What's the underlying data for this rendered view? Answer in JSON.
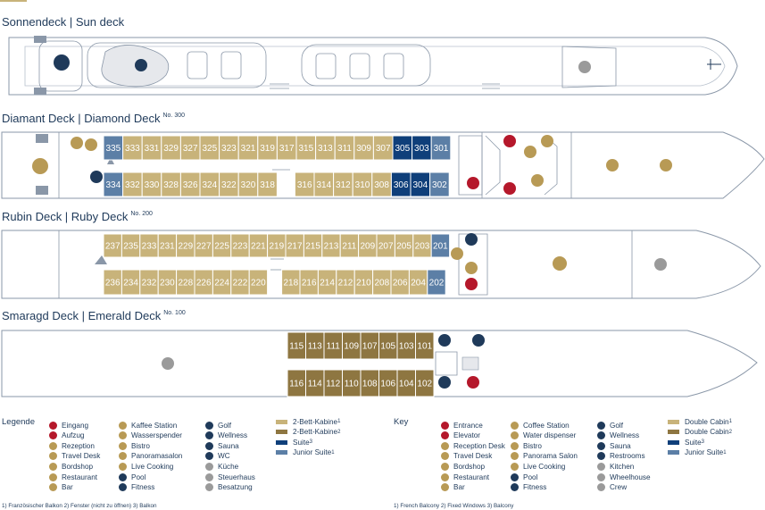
{
  "decks": {
    "sun": {
      "title": "Sonnendeck | Sun deck",
      "no": ""
    },
    "diamond": {
      "title": "Diamant Deck | Diamond Deck",
      "no": "No. 300"
    },
    "ruby": {
      "title": "Rubin Deck | Ruby Deck",
      "no": "No. 200"
    },
    "emerald": {
      "title": "Smaragd Deck | Emerald Deck",
      "no": "No. 100"
    }
  },
  "colors": {
    "double": "#c8b37a",
    "double_fixed": "#8e7641",
    "suite": "#0f3f7a",
    "junior": "#5c7fa6",
    "icon_red": "#b5182b",
    "icon_gold": "#b89a55",
    "icon_navy": "#1f3a5a",
    "icon_grey": "#9a9a9a"
  },
  "cabins": {
    "diamond_top": [
      "335",
      "333",
      "331",
      "329",
      "327",
      "325",
      "323",
      "321",
      "319",
      "317",
      "315",
      "313",
      "311",
      "309",
      "307",
      "305",
      "303",
      "301"
    ],
    "diamond_bottom": [
      "334",
      "332",
      "330",
      "328",
      "326",
      "324",
      "322",
      "320",
      "318",
      "316",
      "314",
      "312",
      "310",
      "308",
      "306",
      "304",
      "302"
    ],
    "ruby_top": [
      "237",
      "235",
      "233",
      "231",
      "229",
      "227",
      "225",
      "223",
      "221",
      "219",
      "217",
      "215",
      "213",
      "211",
      "209",
      "207",
      "205",
      "203",
      "201"
    ],
    "ruby_bottom": [
      "236",
      "234",
      "232",
      "230",
      "228",
      "226",
      "224",
      "222",
      "220",
      "218",
      "216",
      "214",
      "212",
      "210",
      "208",
      "206",
      "204",
      "202"
    ],
    "emerald_top": [
      "115",
      "113",
      "111",
      "109",
      "107",
      "105",
      "103",
      "101"
    ],
    "emerald_bottom": [
      "116",
      "114",
      "112",
      "110",
      "108",
      "106",
      "104",
      "102"
    ]
  },
  "legend_de": {
    "heading": "Legende",
    "col1": [
      {
        "label": "Eingang",
        "icon": "entrance-icon",
        "color": "#b5182b"
      },
      {
        "label": "Aufzug",
        "icon": "elevator-icon",
        "color": "#b5182b"
      },
      {
        "label": "Rezeption",
        "icon": "reception-icon",
        "color": "#b89a55"
      },
      {
        "label": "Travel Desk",
        "icon": "travel-desk-icon",
        "color": "#b89a55"
      },
      {
        "label": "Bordshop",
        "icon": "shop-icon",
        "color": "#b89a55"
      },
      {
        "label": "Restaurant",
        "icon": "restaurant-icon",
        "color": "#b89a55"
      },
      {
        "label": "Bar",
        "icon": "bar-icon",
        "color": "#b89a55"
      }
    ],
    "col2": [
      {
        "label": "Kaffee Station",
        "icon": "coffee-icon",
        "color": "#b89a55"
      },
      {
        "label": "Wasserspender",
        "icon": "water-icon",
        "color": "#b89a55"
      },
      {
        "label": "Bistro",
        "icon": "bistro-icon",
        "color": "#b89a55"
      },
      {
        "label": "Panoramasalon",
        "icon": "lounge-icon",
        "color": "#b89a55"
      },
      {
        "label": "Live Cooking",
        "icon": "cooking-icon",
        "color": "#b89a55"
      },
      {
        "label": "Pool",
        "icon": "pool-icon",
        "color": "#1f3a5a"
      },
      {
        "label": "Fitness",
        "icon": "fitness-icon",
        "color": "#1f3a5a"
      }
    ],
    "col3": [
      {
        "label": "Golf",
        "icon": "golf-icon",
        "color": "#1f3a5a"
      },
      {
        "label": "Wellness",
        "icon": "wellness-icon",
        "color": "#1f3a5a"
      },
      {
        "label": "Sauna",
        "icon": "sauna-icon",
        "color": "#1f3a5a"
      },
      {
        "label": "WC",
        "icon": "wc-icon",
        "color": "#1f3a5a"
      },
      {
        "label": "Küche",
        "icon": "kitchen-icon",
        "color": "#9a9a9a"
      },
      {
        "label": "Steuerhaus",
        "icon": "wheelhouse-icon",
        "color": "#9a9a9a"
      },
      {
        "label": "Besatzung",
        "icon": "crew-icon",
        "color": "#9a9a9a"
      }
    ],
    "cabin_types": [
      {
        "label": "2-Bett-Kabine",
        "sup": "1",
        "color": "#c8b37a"
      },
      {
        "label": "2-Bett-Kabine",
        "sup": "2",
        "color": "#8e7641"
      },
      {
        "label": "Suite",
        "sup": "3",
        "color": "#0f3f7a"
      },
      {
        "label": "Junior Suite",
        "sup": "1",
        "color": "#5c7fa6"
      }
    ],
    "footnote": "1) Französischer Balkon   2) Fenster (nicht zu öffnen)   3) Balkon"
  },
  "legend_en": {
    "heading": "Key",
    "col1": [
      {
        "label": "Entrance",
        "icon": "entrance-icon",
        "color": "#b5182b"
      },
      {
        "label": "Elevator",
        "icon": "elevator-icon",
        "color": "#b5182b"
      },
      {
        "label": "Reception Desk",
        "icon": "reception-icon",
        "color": "#b89a55"
      },
      {
        "label": "Travel Desk",
        "icon": "travel-desk-icon",
        "color": "#b89a55"
      },
      {
        "label": "Bordshop",
        "icon": "shop-icon",
        "color": "#b89a55"
      },
      {
        "label": "Restaurant",
        "icon": "restaurant-icon",
        "color": "#b89a55"
      },
      {
        "label": "Bar",
        "icon": "bar-icon",
        "color": "#b89a55"
      }
    ],
    "col2": [
      {
        "label": "Coffee Station",
        "icon": "coffee-icon",
        "color": "#b89a55"
      },
      {
        "label": "Water dispenser",
        "icon": "water-icon",
        "color": "#b89a55"
      },
      {
        "label": "Bistro",
        "icon": "bistro-icon",
        "color": "#b89a55"
      },
      {
        "label": "Panorama Salon",
        "icon": "lounge-icon",
        "color": "#b89a55"
      },
      {
        "label": "Live Cooking",
        "icon": "cooking-icon",
        "color": "#b89a55"
      },
      {
        "label": "Pool",
        "icon": "pool-icon",
        "color": "#1f3a5a"
      },
      {
        "label": "Fitness",
        "icon": "fitness-icon",
        "color": "#1f3a5a"
      }
    ],
    "col3": [
      {
        "label": "Golf",
        "icon": "golf-icon",
        "color": "#1f3a5a"
      },
      {
        "label": "Wellness",
        "icon": "wellness-icon",
        "color": "#1f3a5a"
      },
      {
        "label": "Sauna",
        "icon": "sauna-icon",
        "color": "#1f3a5a"
      },
      {
        "label": "Restrooms",
        "icon": "wc-icon",
        "color": "#1f3a5a"
      },
      {
        "label": "Kitchen",
        "icon": "kitchen-icon",
        "color": "#9a9a9a"
      },
      {
        "label": "Wheelhouse",
        "icon": "wheelhouse-icon",
        "color": "#9a9a9a"
      },
      {
        "label": "Crew",
        "icon": "crew-icon",
        "color": "#9a9a9a"
      }
    ],
    "cabin_types": [
      {
        "label": "Double Cabin",
        "sup": "1",
        "color": "#c8b37a"
      },
      {
        "label": "Double Cabin",
        "sup": "2",
        "color": "#8e7641"
      },
      {
        "label": "Suite",
        "sup": "3",
        "color": "#0f3f7a"
      },
      {
        "label": "Junior Suite",
        "sup": "1",
        "color": "#5c7fa6"
      }
    ],
    "footnote": "1) French Balcony   2) Fixed Windows   3) Balcony"
  }
}
